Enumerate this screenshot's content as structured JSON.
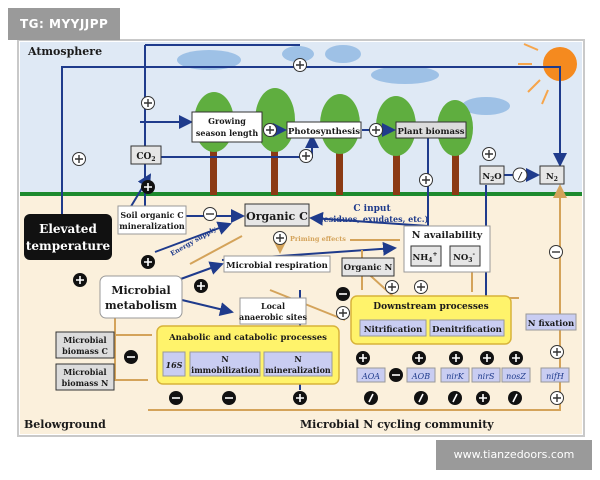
{
  "watermark_tag": "TG: MYYJJPP",
  "watermark_site": "www.tianzedoors.com",
  "sections": {
    "atmosphere": "Atmosphere",
    "belowground": "Belowground",
    "community": "Microbial N cycling community"
  },
  "nodes": {
    "elevated_temp_1": "Elevated",
    "elevated_temp_2": "temperature",
    "co2": "CO",
    "co2_sub": "2",
    "growing_1": "Growing",
    "growing_2": "season length",
    "photosynthesis": "Photosynthesis",
    "plant_biomass": "Plant biomass",
    "soil_oc_1": "Soil organic C",
    "soil_oc_2": "mineralization",
    "organic_c": "Organic  C",
    "c_input_1": "C input",
    "c_input_2": "(residues, exudates, etc.)",
    "energy_supply": "Energy supply",
    "priming": "Priming effects",
    "n_availability": "N availability",
    "nh4": "NH",
    "nh4_sub": "4",
    "nh4_sup": "+",
    "no3": "NO",
    "no3_sub": "3",
    "no3_sup": "-",
    "n2o": "N",
    "n2o_sub": "2",
    "n2o_tail": "O",
    "n2": "N",
    "n2_sub": "2",
    "microbial_resp": "Microbial respiration",
    "organic_n": "Organic N",
    "local_anaerobic_1": "Local",
    "local_anaerobic_2": "anaerobic sites",
    "micro_metab_1": "Microbial",
    "micro_metab_2": "metabolism",
    "downstream": "Downstream processes",
    "nitrification": "Nitrification",
    "denitrification": "Denitrification",
    "n_fixation": "N fixation",
    "mbc_1": "Microbial",
    "mbc_2": "biomass C",
    "mbn_1": "Microbial",
    "mbn_2": "biomass N",
    "anabolic": "Anabolic and catabolic processes",
    "s16": "16S",
    "n_immob_1": "N",
    "n_immob_2": "immobilization",
    "n_miner_1": "N",
    "n_miner_2": "mineralization",
    "aoa": "AOA",
    "aob": "AOB",
    "nirk": "nirK",
    "nirs": "nirS",
    "nosz": "nosZ",
    "nifh": "nifH",
    "slash": "/"
  }
}
